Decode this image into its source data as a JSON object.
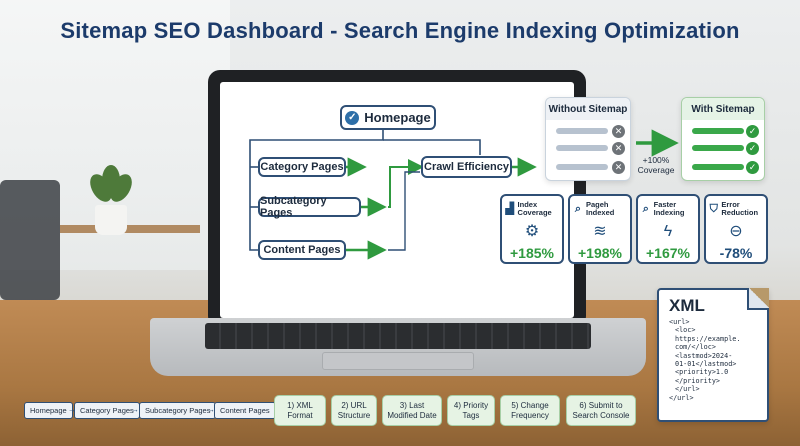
{
  "title": "Sitemap SEO Dashboard - Search Engine Indexing Optimization",
  "diagram": {
    "homepage": "Homepage",
    "category": "Category Pages",
    "subcategory": "Subcategory Pages",
    "content": "Content Pages",
    "crawl": "Crawl Efficiency"
  },
  "comparison": {
    "without_label": "Without Sitemap",
    "with_label": "With Sitemap",
    "coverage_line1": "+100%",
    "coverage_line2": "Coverage"
  },
  "metrics": [
    {
      "icon": "bar-chart-icon",
      "label": "Index Coverage",
      "symbol_icon": "gear-icon",
      "value": "+185%"
    },
    {
      "icon": "search-icon",
      "label": "Pageh Indexed",
      "symbol_icon": "layers-icon",
      "value": "+198%"
    },
    {
      "icon": "search-icon",
      "label": "Faster Indexing",
      "symbol_icon": "lightning-icon",
      "value": "+167%"
    },
    {
      "icon": "shield-icon",
      "label": "Error Reduction",
      "symbol_icon": "minus-circle-icon",
      "value": "-78%"
    }
  ],
  "xml": {
    "title": "XML",
    "lines": [
      "<url>",
      "  <loc>",
      "  https://example.",
      "  com/</loc>",
      "  <lastmod>2024-",
      "  01-01</lastmod>",
      "  <priority>1.0",
      "  </priority>",
      "  </url>",
      "</url>"
    ]
  },
  "breadcrumb": [
    "Homepage",
    "Category Pages",
    "Subcategory Pages",
    "Content Pages"
  ],
  "steps": [
    {
      "line1": "1) XML",
      "line2": "Format"
    },
    {
      "line1": "2) URL",
      "line2": "Structure"
    },
    {
      "line1": "3) Last",
      "line2": "Modified Date"
    },
    {
      "line1": "4) Priority",
      "line2": "Tags"
    },
    {
      "line1": "5) Change",
      "line2": "Frequency"
    },
    {
      "line1": "6) Submit to",
      "line2": "Search Console"
    }
  ],
  "colors": {
    "navy": "#1c3b6b",
    "green": "#2f9a3f",
    "border": "#2f4f75"
  }
}
